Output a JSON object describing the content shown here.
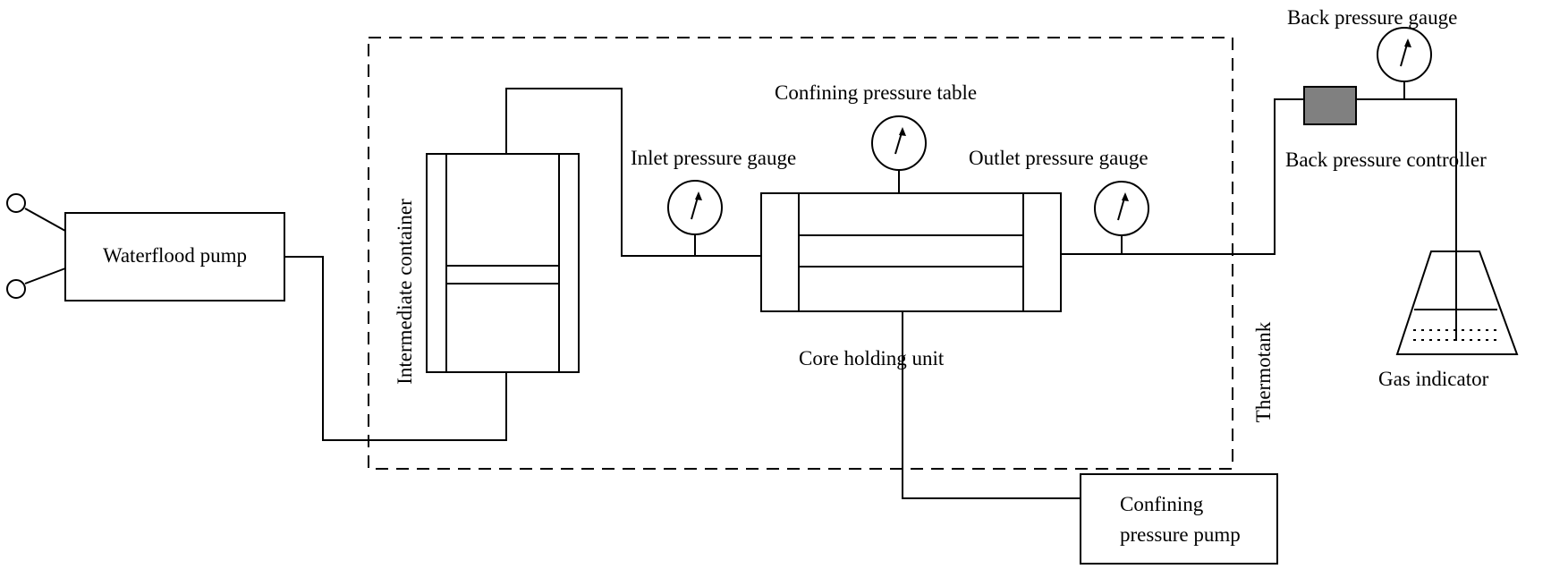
{
  "labels": {
    "waterflood_pump": "Waterflood pump",
    "intermediate_container": "Intermediate container",
    "inlet_pressure_gauge": "Inlet pressure gauge",
    "confining_pressure_table": "Confining pressure table",
    "outlet_pressure_gauge": "Outlet  pressure gauge",
    "core_holding_unit": "Core holding unit",
    "thermotank": "Thermotank",
    "back_pressure_gauge": "Back pressure gauge",
    "back_pressure_controller": "Back pressure controller",
    "gas_indicator": "Gas indicator",
    "confining_pressure_pump_line1": "Confining",
    "confining_pressure_pump_line2": "pressure pump"
  },
  "colors": {
    "line": "#000000",
    "controller_fill": "#808080",
    "background": "#ffffff"
  }
}
